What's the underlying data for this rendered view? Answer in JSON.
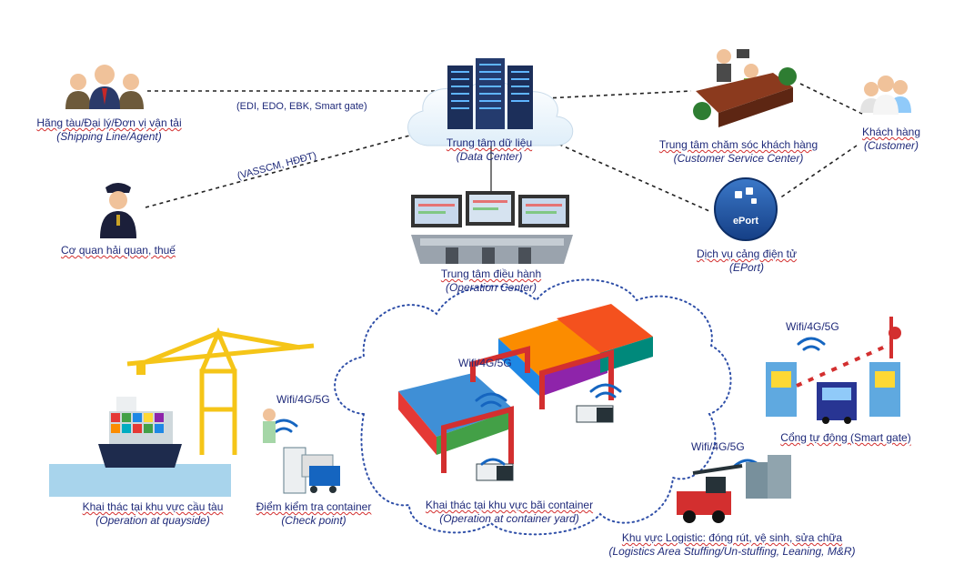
{
  "nodes": {
    "shipping": {
      "vi": "Hãng tàu/Đại lý/Đơn vị vận tải",
      "en": "(Shipping Line/Agent)"
    },
    "customs": {
      "vi": "Cơ quan hải quan, thuế"
    },
    "datacenter": {
      "vi": "Trung tâm dữ liệu",
      "en": "(Data Center)"
    },
    "customer_service": {
      "vi": "Trung tâm chăm sóc khách hàng",
      "en": "(Customer Service Center)"
    },
    "customer": {
      "vi": "Khách hàng",
      "en": "(Customer)"
    },
    "eport": {
      "vi": "Dịch vụ cảng điện tử",
      "en": "(EPort)",
      "badge": "ePort"
    },
    "operation_center": {
      "vi": "Trung tâm điều hành",
      "en": "(Operation Center)"
    },
    "quayside": {
      "vi": "Khai thác tại khu vực cầu tàu",
      "en": "(Operation at quayside)"
    },
    "checkpoint": {
      "vi": "Điểm kiểm tra container",
      "en": "(Check point)"
    },
    "yard": {
      "vi": "Khai thác tại khu vực bãi container",
      "en": "(Operation at container yard)"
    },
    "smartgate": {
      "vi": "Cổng tự động (Smart gate)"
    },
    "logistics": {
      "vi": "Khu vực Logistic: đóng rút, vệ sinh, sửa chữa",
      "en": "(Logistics Area Stuffing/Un-stuffing, Leaning, M&R)"
    }
  },
  "connections": {
    "shipping_dc": "(EDI, EDO, EBK, Smart gate)",
    "customs_dc": "(VASSCM, HĐĐT)"
  },
  "wifi": {
    "quay": "Wifi/4G/5G",
    "yard": "Wifi/4G/5G",
    "gate": "Wifi/4G/5G",
    "logistics": "Wifi/4G/5G"
  },
  "colors": {
    "text": "#1f2a7a",
    "line": "#222222",
    "dots": "#2f4fa8",
    "eport": "#1f4fa0",
    "crane": "#f5c518",
    "sea": "#a8d4ec",
    "straddle": "#d32f2f"
  }
}
